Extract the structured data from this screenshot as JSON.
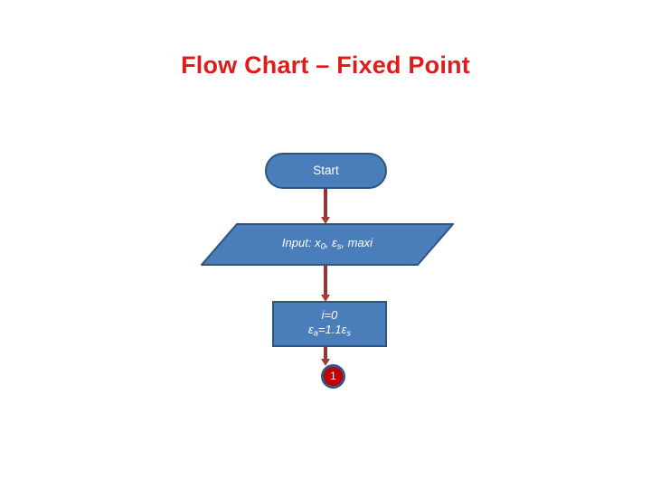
{
  "slide": {
    "background_color": "#FFFFFF",
    "title": "Flow Chart – Fixed Point",
    "title_color": "#E01B1B"
  },
  "theme": {
    "shape_fill": "#4A7EBB",
    "shape_border": "#2E5481",
    "shape_text": "#FFFFFF",
    "connector_fill": "#C00000",
    "connector_border": "#31588A",
    "arrow_color": "#943634"
  },
  "flowchart": {
    "nodes": [
      {
        "id": "start",
        "type": "terminator",
        "label": "Start"
      },
      {
        "id": "input",
        "type": "input-output",
        "label_prefix": "Input:",
        "var1_base": "x",
        "var1_sub": "0",
        "var2_base": "ε",
        "var2_sub": "s",
        "var3": "maxi",
        "label_plain": "Input: x0, εs, maxi"
      },
      {
        "id": "process",
        "type": "process",
        "line1": "i=0",
        "line2_lhs_base": "ε",
        "line2_lhs_sub": "a",
        "line2_eq": "=1.1",
        "line2_rhs_base": "ε",
        "line2_rhs_sub": "s",
        "label_plain": "i=0 ; εa=1.1εs"
      },
      {
        "id": "connector",
        "type": "off-page-connector",
        "label": "1"
      }
    ],
    "edges": [
      {
        "id": "start-to-input",
        "from": "start",
        "to": "input"
      },
      {
        "id": "input-to-process",
        "from": "input",
        "to": "process"
      },
      {
        "id": "process-to-connector",
        "from": "process",
        "to": "connector"
      }
    ]
  }
}
